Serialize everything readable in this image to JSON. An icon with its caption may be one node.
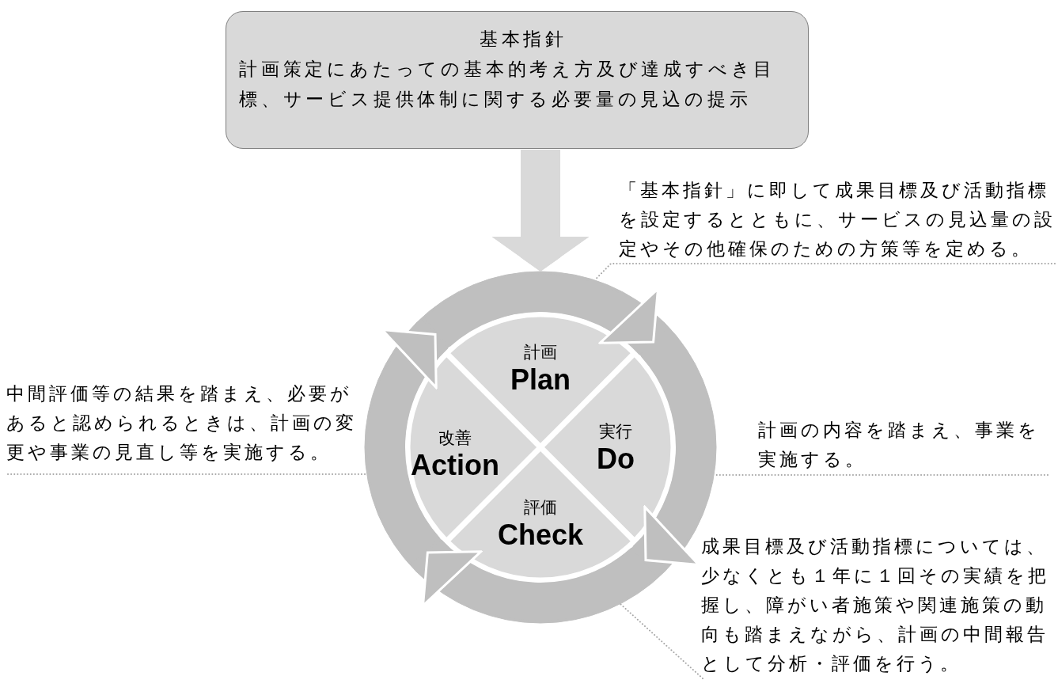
{
  "diagram": {
    "nodes": [
      {
        "text": [
          "基本指針",
          "計画策定にあたっての基本的考え方及び達成すべき目標、サービス提供体制に関する必要量の見込の提示"
        ]
      },
      {
        "text": [
          "計画",
          "Plan"
        ]
      },
      {
        "text": [
          "実行",
          "Do"
        ]
      },
      {
        "text": [
          "評価",
          "Check"
        ]
      },
      {
        "text": [
          "改善",
          "Action"
        ]
      },
      {
        "text": [
          "「基本指針」に即して成果目標及び活動指標を設定するとともに、サービスの見込量の設定やその他確保のための方策等を定める。"
        ]
      },
      {
        "text": [
          "中間評価等の結果を踏まえ、必要があると認められるときは、計画の変更や事業の見直し等を実施する。"
        ]
      },
      {
        "text": [
          "計画の内容を踏まえ、事業を実施する。"
        ]
      },
      {
        "text": [
          "成果目標及び活動指標については、少なくとも１年に１回その実績を把握し、障がい者施策や関連施策の動向も踏まえながら、計画の中間報告として分析・評価を行う。"
        ]
      }
    ],
    "edges": [
      {
        "from": 0,
        "to": 1,
        "arrow": "to",
        "color": "#d9d9d9"
      },
      {
        "from": 1,
        "to": 2,
        "arrow": "to"
      },
      {
        "from": 2,
        "to": 3,
        "arrow": "to"
      },
      {
        "from": 3,
        "to": 4,
        "arrow": "to"
      },
      {
        "from": 4,
        "to": 1,
        "arrow": "to"
      },
      {
        "from": 5,
        "to": 1,
        "arrow": "none",
        "style": "dashed"
      },
      {
        "from": 6,
        "to": 4,
        "arrow": "none",
        "style": "dashed"
      },
      {
        "from": 7,
        "to": 2,
        "arrow": "none",
        "style": "dashed"
      },
      {
        "from": 8,
        "to": 3,
        "arrow": "none",
        "style": "dashed"
      }
    ]
  }
}
